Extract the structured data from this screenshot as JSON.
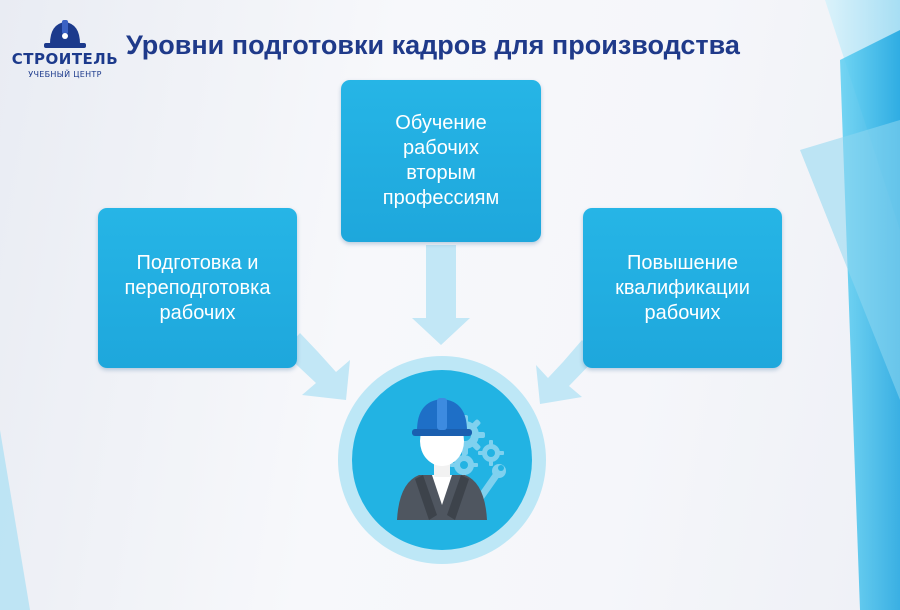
{
  "logo": {
    "name": "СТРОИТЕЛЬ",
    "subtitle": "УЧЕБНЫЙ ЦЕНТР"
  },
  "title": "Уровни подготовки кадров для производства",
  "diagram": {
    "center_box": "Обучение\nрабочих\nвторым\nпрофессиям",
    "left_box": "Подготовка и\nпереподготовка\nрабочих",
    "right_box": "Повышение\nквалификации\nрабочих"
  },
  "colors": {
    "box": "#22aee2",
    "arrow": "#bfe6f5",
    "title": "#1f3a8a",
    "circle_outer": "#bde7f6",
    "circle_inner": "#22b3e3",
    "accent_right": "#2bb3e8"
  },
  "icons": [
    "hardhat-icon",
    "worker-icon",
    "gear-icon",
    "wrench-icon"
  ]
}
